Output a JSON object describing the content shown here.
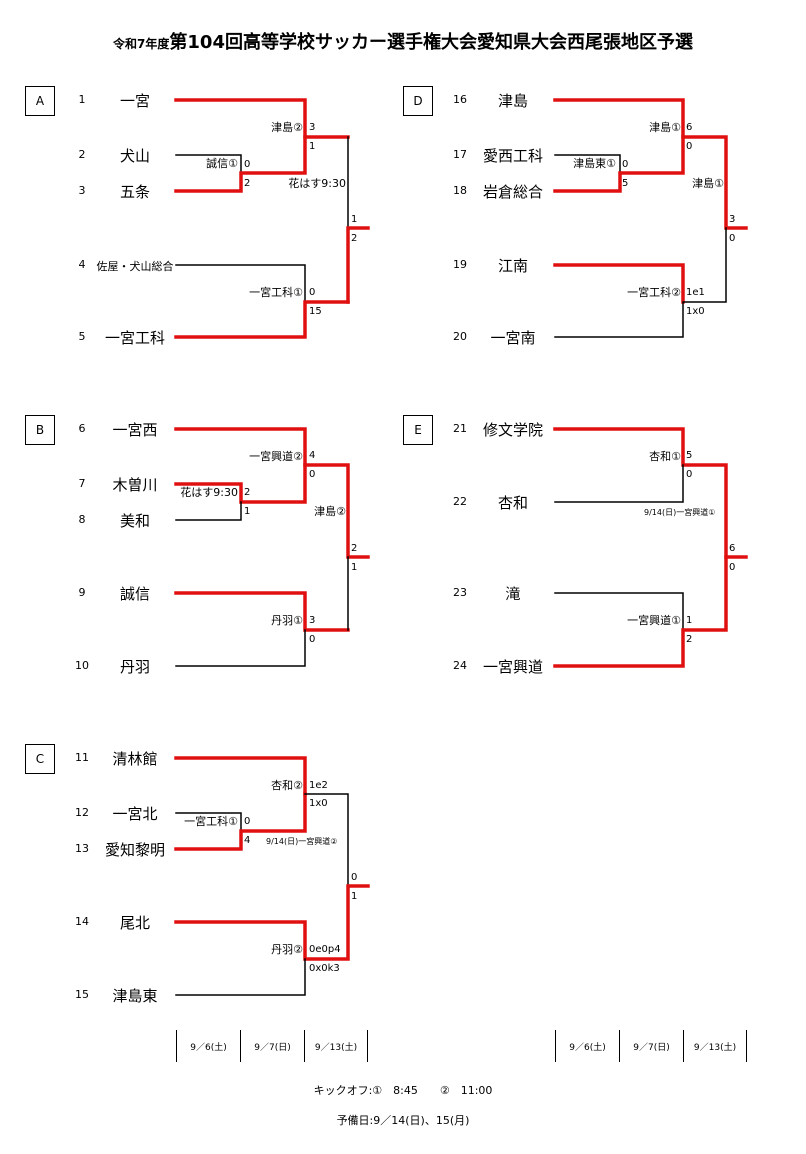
{
  "title": {
    "prefix": "令和7年度",
    "main": "第104回高等学校サッカー選手権大会愛知県大会西尾張地区予選"
  },
  "groups": {
    "A": {
      "label": "A",
      "teams": [
        {
          "seed": "1",
          "name": "一宮"
        },
        {
          "seed": "2",
          "name": "犬山"
        },
        {
          "seed": "3",
          "name": "五条"
        },
        {
          "seed": "4",
          "name": "佐屋・犬山総合"
        },
        {
          "seed": "5",
          "name": "一宮工科"
        }
      ],
      "venues": [
        "誠信①",
        "津島②",
        "一宮工科①",
        "花はす9:30"
      ],
      "scores": [
        "0",
        "2",
        "3",
        "1",
        "0",
        "15",
        "1",
        "2"
      ]
    },
    "B": {
      "label": "B",
      "teams": [
        {
          "seed": "6",
          "name": "一宮西"
        },
        {
          "seed": "7",
          "name": "木曽川"
        },
        {
          "seed": "8",
          "name": "美和"
        },
        {
          "seed": "9",
          "name": "誠信"
        },
        {
          "seed": "10",
          "name": "丹羽"
        }
      ],
      "venues": [
        "花はす9:30",
        "一宮興道②",
        "丹羽①",
        "津島②"
      ],
      "scores": [
        "2",
        "1",
        "4",
        "0",
        "3",
        "0",
        "2",
        "1"
      ]
    },
    "C": {
      "label": "C",
      "teams": [
        {
          "seed": "11",
          "name": "清林館"
        },
        {
          "seed": "12",
          "name": "一宮北"
        },
        {
          "seed": "13",
          "name": "愛知黎明"
        },
        {
          "seed": "14",
          "name": "尾北"
        },
        {
          "seed": "15",
          "name": "津島東"
        }
      ],
      "venues": [
        "一宮工科①",
        "杏和②",
        "丹羽②",
        "9/14(日)一宮興道②"
      ],
      "scores": [
        "0",
        "4",
        "1e2",
        "1x0",
        "0e0p4",
        "0x0k3",
        "0",
        "1"
      ]
    },
    "D": {
      "label": "D",
      "teams": [
        {
          "seed": "16",
          "name": "津島"
        },
        {
          "seed": "17",
          "name": "愛西工科"
        },
        {
          "seed": "18",
          "name": "岩倉総合"
        },
        {
          "seed": "19",
          "name": "江南"
        },
        {
          "seed": "20",
          "name": "一宮南"
        }
      ],
      "venues": [
        "津島東①",
        "津島①",
        "一宮工科②",
        "津島①"
      ],
      "scores": [
        "0",
        "5",
        "6",
        "0",
        "1e1",
        "1x0",
        "3",
        "0"
      ]
    },
    "E": {
      "label": "E",
      "teams": [
        {
          "seed": "21",
          "name": "修文学院"
        },
        {
          "seed": "22",
          "name": "杏和"
        },
        {
          "seed": "23",
          "name": "滝"
        },
        {
          "seed": "24",
          "name": "一宮興道"
        }
      ],
      "venues": [
        "杏和①",
        "9/14(日)一宮興道①",
        "一宮興道①"
      ],
      "scores": [
        "5",
        "0",
        "1",
        "2",
        "6",
        "0"
      ]
    }
  },
  "schedule": {
    "left": [
      "9／6(土)",
      "9／7(日)",
      "9／13(土)"
    ],
    "right": [
      "9／6(土)",
      "9／7(日)",
      "9／13(土)"
    ]
  },
  "footer": {
    "kickoff": "キックオフ:①　8:45　　②　11:00",
    "reserve": "予備日:9／14(日)、15(月)"
  },
  "colors": {
    "win_line": "#e01010",
    "line": "#000000"
  }
}
